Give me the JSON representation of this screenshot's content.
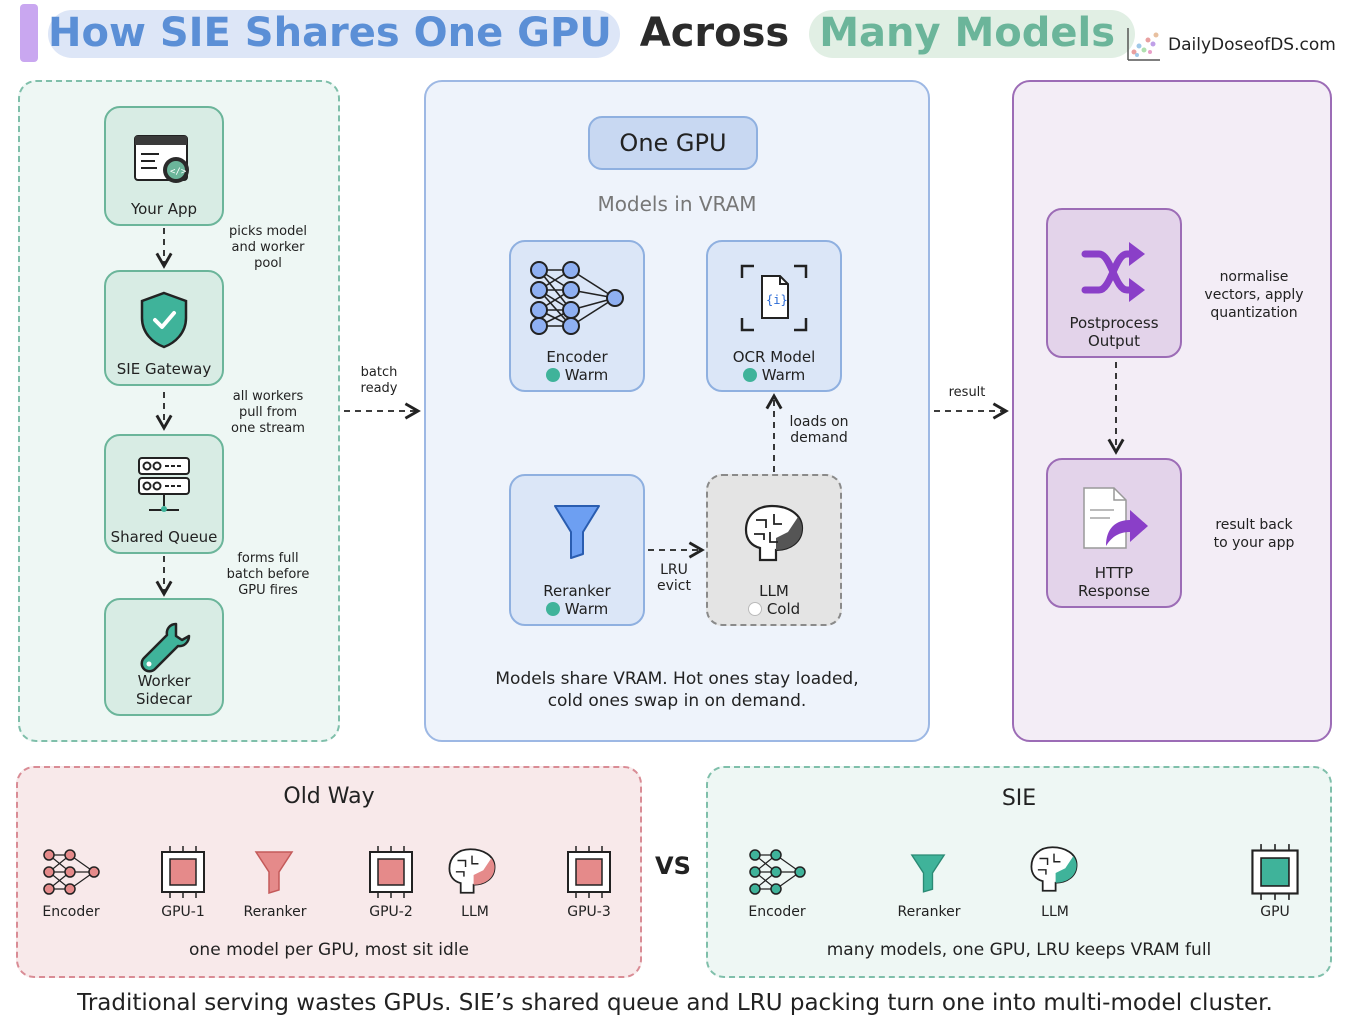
{
  "header": {
    "title_part1": "How SIE Shares One GPU",
    "title_part2": "Across",
    "title_part3": "Many Models",
    "brand": "DailyDoseofDS.com"
  },
  "left": {
    "nodes": [
      {
        "label": "Your App"
      },
      {
        "label": "SIE Gateway"
      },
      {
        "label": "Shared Queue"
      },
      {
        "label": "Worker\nSidecar"
      }
    ],
    "notes": [
      "picks model\nand worker\npool",
      "all workers\npull from\none stream",
      "forms full\nbatch before\nGPU fires"
    ]
  },
  "connector_left": "batch\nready",
  "middle": {
    "gpu_label": "One GPU",
    "vram_title": "Models in VRAM",
    "models": [
      {
        "label": "Encoder",
        "status": "Warm"
      },
      {
        "label": "OCR Model",
        "status": "Warm"
      },
      {
        "label": "Reranker",
        "status": "Warm"
      },
      {
        "label": "LLM",
        "status": "Cold"
      }
    ],
    "evict_note": "LRU\nevict",
    "load_note": "loads on\ndemand",
    "caption": "Models share VRAM. Hot ones stay loaded,\ncold ones swap in on demand."
  },
  "connector_right": "result",
  "right": {
    "nodes": [
      {
        "label": "Postprocess\nOutput"
      },
      {
        "label": "HTTP\nResponse"
      }
    ],
    "notes": [
      "normalise\nvectors, apply\nquantization",
      "result back\nto your app"
    ]
  },
  "old_way": {
    "title": "Old Way",
    "items": [
      "Encoder",
      "GPU-1",
      "Reranker",
      "GPU-2",
      "LLM",
      "GPU-3"
    ],
    "caption": "one model per GPU, most sit idle"
  },
  "vs_label": "VS",
  "sie": {
    "title": "SIE",
    "items": [
      "Encoder",
      "Reranker",
      "LLM",
      "GPU"
    ],
    "caption": "many models, one GPU, LRU keeps VRAM full"
  },
  "footer": "Traditional serving wastes GPUs. SIE’s shared queue and LRU packing turn one into multi-model cluster.",
  "colors": {
    "green": "#6bb59a",
    "blue": "#8fb0e0",
    "purple": "#9c6cb6",
    "red": "#d98c95",
    "warm_dot": "#3fb39a"
  }
}
